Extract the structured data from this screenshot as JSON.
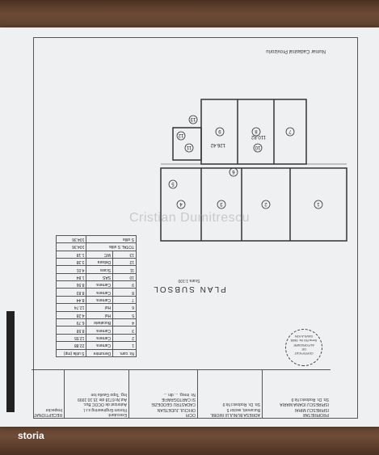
{
  "watermark": "Cristian Dumitrescu",
  "logo": "storia",
  "plan": {
    "title": "PLAN SUBSOL",
    "scale": "Scara 1:100"
  },
  "header": {
    "cell1": [
      "PROPRIETAR",
      "ISPIRESCU MIHAI",
      "ISPIRESCU IOANA MARIA",
      "Str. Dr. Rodovici Nr.9"
    ],
    "cell2": [
      "ADRESA BUNULUI IMOBIL",
      "Bucuresti, sector 5",
      "Str. Dr. Rodovici Nr.9"
    ],
    "cell3": [
      "OCPI",
      "OFICIUL JUDETEAN",
      "CADASTRU GEODEZIE",
      "SI CARTOGRAFIE",
      "Nr. inreg. ... din ..."
    ],
    "cell4": [
      "Executant:",
      "Florom Engineering s.r.l.",
      "Autorizat de OCOC Buc.",
      "Aut.Nr.6718 din 15.10.1999",
      "Ing. Topo Gavila Ion"
    ],
    "cell5": [
      "RECEPTIONAT",
      "Inspector"
    ]
  },
  "stamp": [
    "CERTIFICAT",
    "DE",
    "AUTORIZARE",
    "Seria RO Nr. 0608",
    "GAVILA ION"
  ],
  "table": {
    "headers": [
      "Nr. cam.",
      "Denumire",
      "S utila (mp)"
    ],
    "rows": [
      [
        "1",
        "Camera",
        "22.88"
      ],
      [
        "2",
        "Camera",
        "12.55"
      ],
      [
        "3",
        "Camera",
        "8.58"
      ],
      [
        "4",
        "Bucatarie",
        "6.79"
      ],
      [
        "5",
        "Hol",
        "4.28"
      ],
      [
        "6",
        "Hol",
        "12.74"
      ],
      [
        "7",
        "Camera",
        "8.44"
      ],
      [
        "8",
        "Camera",
        "8.83"
      ],
      [
        "9",
        "Camera",
        "8.56"
      ],
      [
        "10",
        "SAS",
        "1.84"
      ],
      [
        "11",
        "Scara",
        "4.01"
      ],
      [
        "12",
        "Debara",
        "3.38"
      ],
      [
        "13",
        "WC",
        "1.18"
      ]
    ],
    "total_label": "TOTAL S utila",
    "total_value": "104.36",
    "footer_label": "S utila",
    "footer_value": "104.36"
  },
  "cad_note": "Numar Cadastral Provizoriu",
  "rooms": [
    "1",
    "2",
    "3",
    "4",
    "5",
    "6",
    "7",
    "8",
    "9",
    "10",
    "11",
    "12",
    "13"
  ],
  "dims": [
    "126.42",
    "110.82"
  ]
}
